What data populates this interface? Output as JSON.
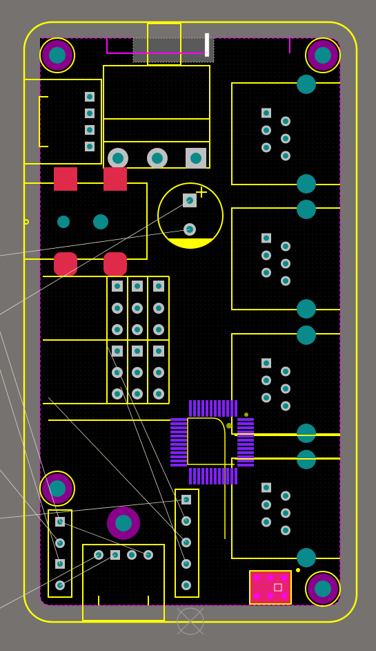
{
  "colors": {
    "background": "#767270",
    "board": "#000000",
    "grid_dot": "#2a2a2a",
    "silkscreen": "#ffff00",
    "keepout": "#ff00ff",
    "pad_copper": "#c0c0c0",
    "pad_hole": "#0a8a8a",
    "mount_ring": "#8a008a",
    "smd_pad": "#e02a4a",
    "qfp_pad": "#8020ff",
    "ratsnest": "#d8d8c0",
    "mech": "#9a9a9a"
  },
  "components": {
    "mount_holes": 4,
    "rj45_jacks": 4,
    "header_blocks": 2,
    "qfp_chip": 1,
    "electrolytic_cap": 1,
    "sip_headers": 3,
    "power_regulator": 1,
    "button": 1
  }
}
